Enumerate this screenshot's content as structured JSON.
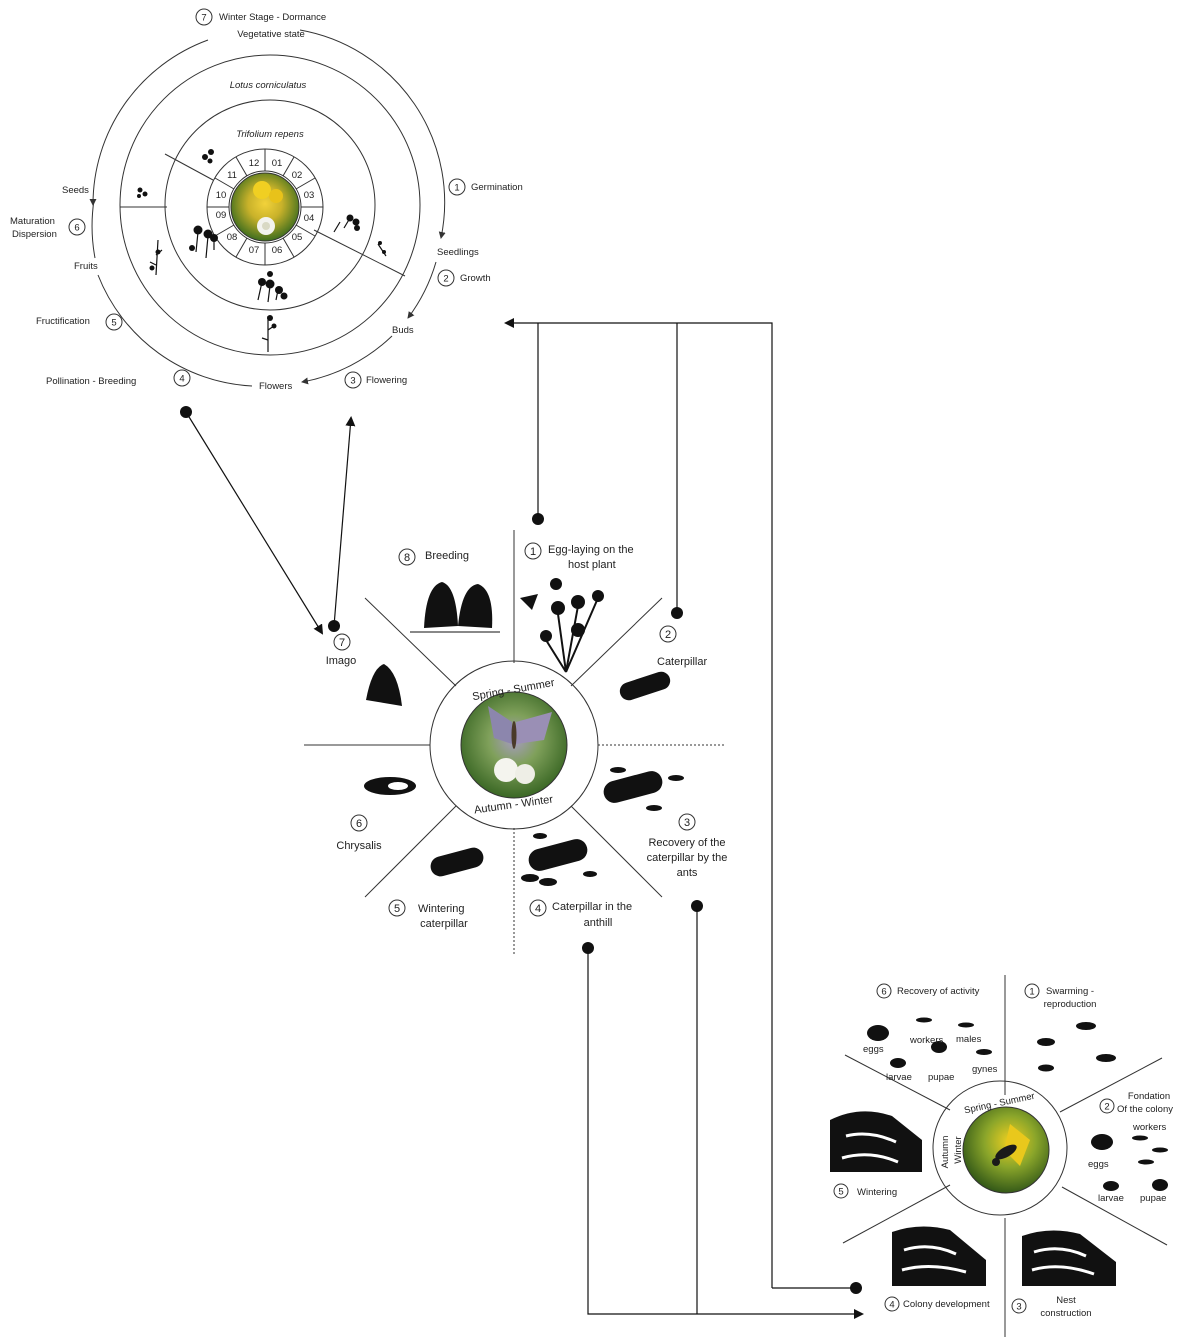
{
  "colors": {
    "line": "#333333",
    "silhouette": "#111111",
    "photo_green": "#5a8a2a",
    "photo_yellow": "#e8c21a",
    "butterfly": "#8f84b0"
  },
  "plant_cycle": {
    "outer_title": "Winter Stage - Dormance",
    "outer_title_num": "7",
    "vegetative": "Vegetative state",
    "ring_outer_species": "Lotus corniculatus",
    "ring_inner_species": "Trifolium repens",
    "months": [
      "12",
      "01",
      "02",
      "03",
      "04",
      "05",
      "06",
      "07",
      "08",
      "09",
      "10",
      "11"
    ],
    "stages": {
      "germination": {
        "num": "1",
        "label": "Germination"
      },
      "seedlings": "Seedlings",
      "growth": {
        "num": "2",
        "label": "Growth"
      },
      "buds": "Buds",
      "flowering": {
        "num": "3",
        "label": "Flowering"
      },
      "flowers": "Flowers",
      "pollination": {
        "num": "4",
        "label": "Pollination - Breeding"
      },
      "fructification": {
        "num": "5",
        "label": "Fructification"
      },
      "fruits": "Fruits",
      "maturation": {
        "num": "6",
        "label1": "Maturation",
        "label2": "Dispersion"
      },
      "seeds": "Seeds"
    }
  },
  "butterfly_cycle": {
    "season_top": "Spring - Summer",
    "season_bottom": "Autumn - Winter",
    "stages": [
      {
        "num": "1",
        "l1": "Egg-laying on the",
        "l2": "host plant"
      },
      {
        "num": "2",
        "l1": "Caterpillar",
        "l2": ""
      },
      {
        "num": "3",
        "l1": "Recovery of the",
        "l2": "caterpillar by the",
        "l3": "ants"
      },
      {
        "num": "4",
        "l1": "Caterpillar in the",
        "l2": "anthill"
      },
      {
        "num": "5",
        "l1": "Wintering",
        "l2": "caterpillar"
      },
      {
        "num": "6",
        "l1": "Chrysalis",
        "l2": ""
      },
      {
        "num": "7",
        "l1": "Imago",
        "l2": ""
      },
      {
        "num": "8",
        "l1": "Breeding",
        "l2": ""
      }
    ]
  },
  "ant_cycle": {
    "season_top": "Spring - Summer",
    "season_side1": "Autumn",
    "season_side2": "Winter",
    "stages": [
      {
        "num": "1",
        "l1": "Swarming -",
        "l2": "reproduction"
      },
      {
        "num": "2",
        "l1": "Fondation",
        "l2": "Of the colony"
      },
      {
        "num": "3",
        "l1": "Nest",
        "l2": "construction"
      },
      {
        "num": "4",
        "l1": "Colony development",
        "l2": ""
      },
      {
        "num": "5",
        "l1": "Wintering",
        "l2": ""
      },
      {
        "num": "6",
        "l1": "Recovery of activity",
        "l2": ""
      }
    ],
    "caste_labels": {
      "eggs": "eggs",
      "workers": "workers",
      "males": "males",
      "gynes": "gynes",
      "larvae": "larvae",
      "pupae": "pupae",
      "eggs2": "eggs",
      "workers2": "workers",
      "larvae2": "larvae",
      "pupae2": "pupae"
    }
  }
}
